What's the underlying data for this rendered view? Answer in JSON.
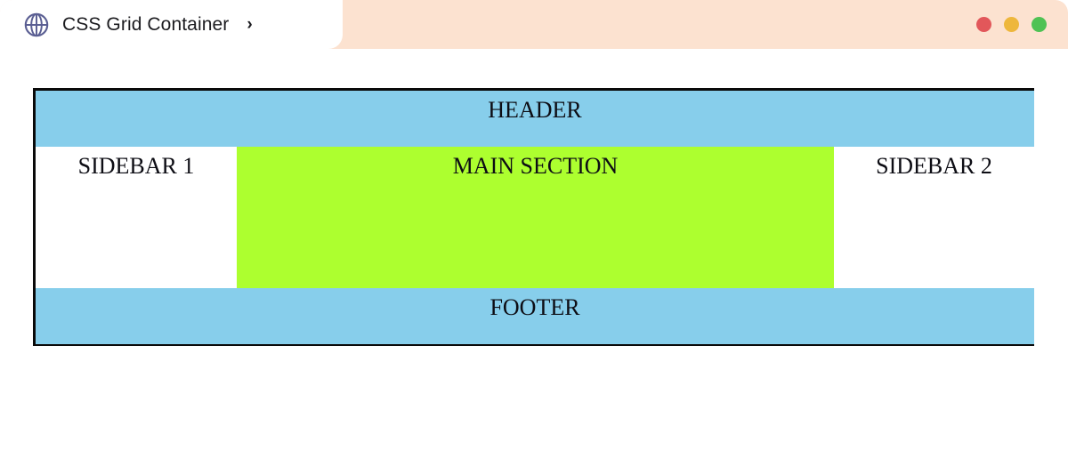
{
  "browser": {
    "tab": {
      "icon": "globe-icon",
      "title": "CSS Grid Container",
      "chevron": "›"
    },
    "window_controls": [
      {
        "name": "close",
        "color": "#e2575a"
      },
      {
        "name": "minimize",
        "color": "#eeb73c"
      },
      {
        "name": "maximize",
        "color": "#4fc254"
      }
    ],
    "tabbar_color": "#fce2d0"
  },
  "grid": {
    "border_color": "#0a0a0a",
    "colors": {
      "header": "#87ceeb",
      "sidebar": "#ffffff",
      "main": "#adff2f",
      "footer": "#87ceeb"
    },
    "cells": {
      "header": "HEADER",
      "sidebar1": "SIDEBAR 1",
      "main": "MAIN SECTION",
      "sidebar2": "SIDEBAR 2",
      "footer": "FOOTER"
    }
  }
}
